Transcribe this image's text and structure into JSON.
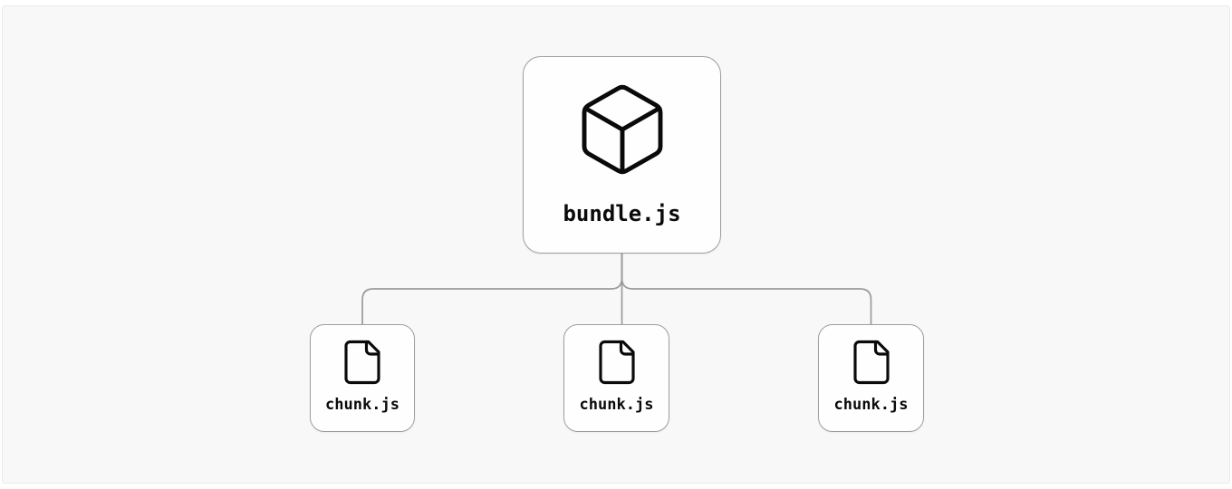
{
  "diagram": {
    "type": "bundler-output-tree",
    "root_node": {
      "label": "bundle.js",
      "icon": "box-icon"
    },
    "child_nodes": [
      {
        "label": "chunk.js",
        "icon": "file-icon"
      },
      {
        "label": "chunk.js",
        "icon": "file-icon"
      },
      {
        "label": "chunk.js",
        "icon": "file-icon"
      }
    ],
    "edges": [
      {
        "from": "bundle.js",
        "to": "chunk.js (left)"
      },
      {
        "from": "bundle.js",
        "to": "chunk.js (middle)"
      },
      {
        "from": "bundle.js",
        "to": "chunk.js (right)"
      }
    ],
    "colors": {
      "canvas_background": "#f8f8f8",
      "canvas_border": "#e9e9e9",
      "node_background": "#fffefe",
      "node_border": "#9e9e9e",
      "edge": "#9b9b9b",
      "icon_stroke": "#0a0a0a",
      "label_text": "#0a0a0a"
    }
  }
}
